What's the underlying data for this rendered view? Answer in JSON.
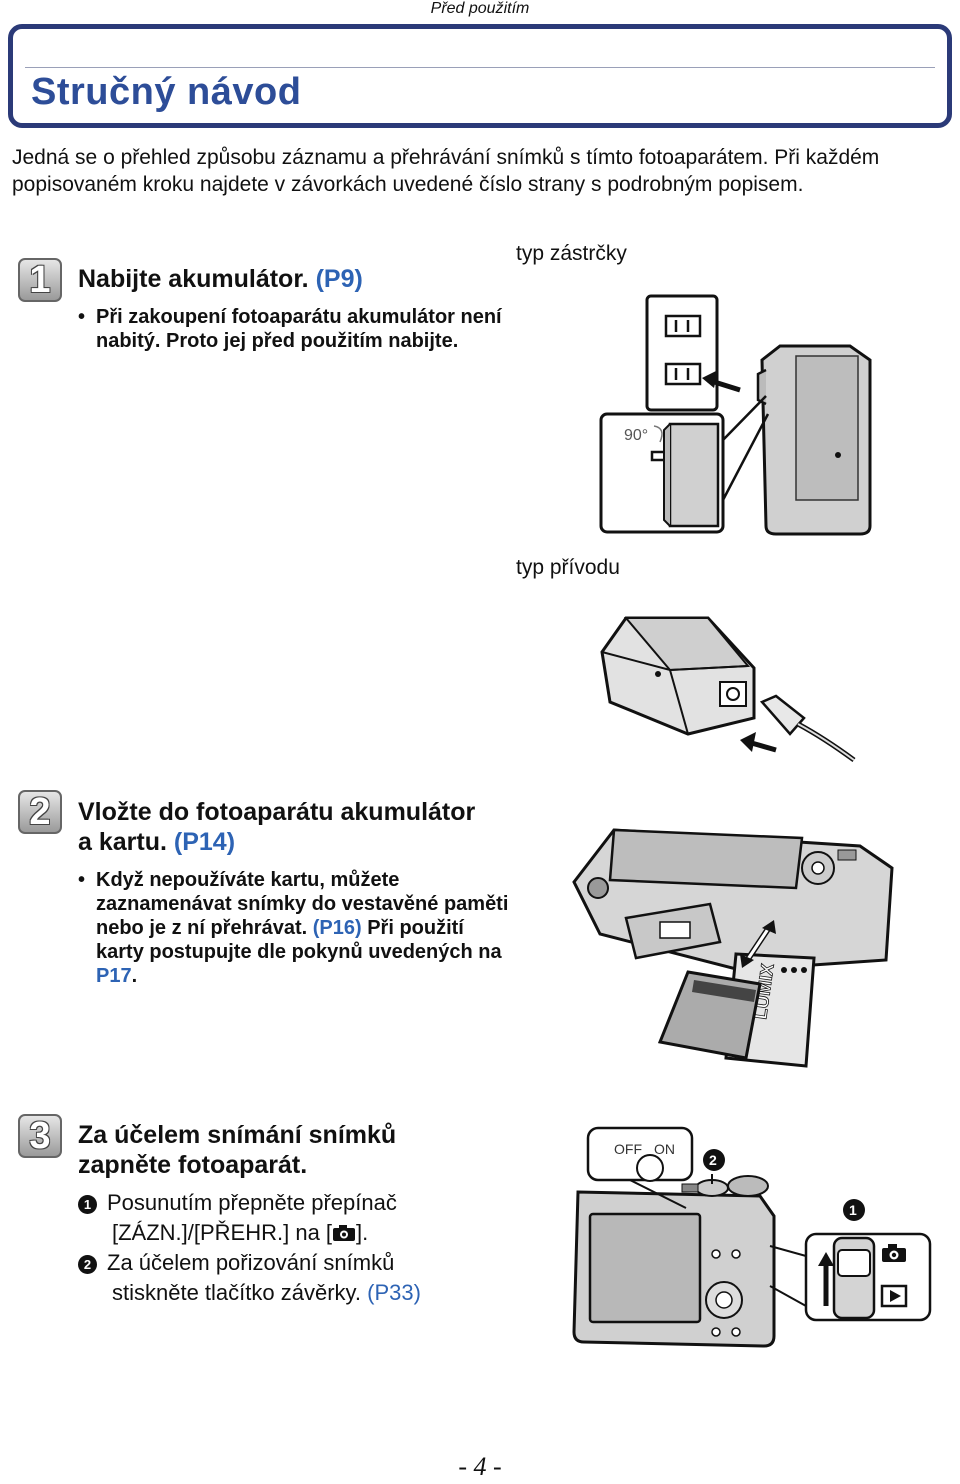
{
  "header": {
    "section": "Před použitím"
  },
  "title": "Stručný návod",
  "intro": "Jedná se o přehled způsobu záznamu a přehrávání snímků s tímto fotoaparátem. Při každém popisovaném kroku najdete v závorkách uvedené číslo strany s podrobným popisem.",
  "steps": [
    {
      "number": "1",
      "title": "Nabijte akumulátor.",
      "ref": "(P9)",
      "bullet": "Při zakoupení fotoaparátu akumulátor není nabitý. Proto jej před použitím nabijte.",
      "captions": {
        "plug_type": "typ zástrčky",
        "angle": "90°",
        "cord_type": "typ přívodu"
      }
    },
    {
      "number": "2",
      "title_line1": "Vložte do fotoaparátu akumulátor",
      "title_line2": "a kartu.",
      "ref": "(P14)",
      "bullet_part1": "Když nepoužíváte kartu, můžete zaznamenávat snímky do vestavěné paměti nebo je z ní přehrávat.",
      "bullet_ref1": "(P16)",
      "bullet_part2": "Při použití karty postupujte dle pokynů uvedených na",
      "bullet_ref2": "P17",
      "bullet_end": ".",
      "battery_brand": "LUMIX"
    },
    {
      "number": "3",
      "title_line1": "Za účelem snímání snímků",
      "title_line2": "zapněte fotoaparát.",
      "items": [
        {
          "marker": "1",
          "line1": "Posunutím přepněte přepínač",
          "line2_a": "[ZÁZN.]/[PŘEHR.] na [",
          "line2_b": "]."
        },
        {
          "marker": "2",
          "line1": "Za účelem pořizování snímků",
          "line2": "stiskněte tlačítko závěrky.",
          "ref": "(P33)"
        }
      ],
      "switch_off": "OFF",
      "switch_on": "ON"
    }
  ],
  "icons": {
    "camera": "camera-icon",
    "play": "play-icon"
  },
  "page_number": "- 4 -"
}
